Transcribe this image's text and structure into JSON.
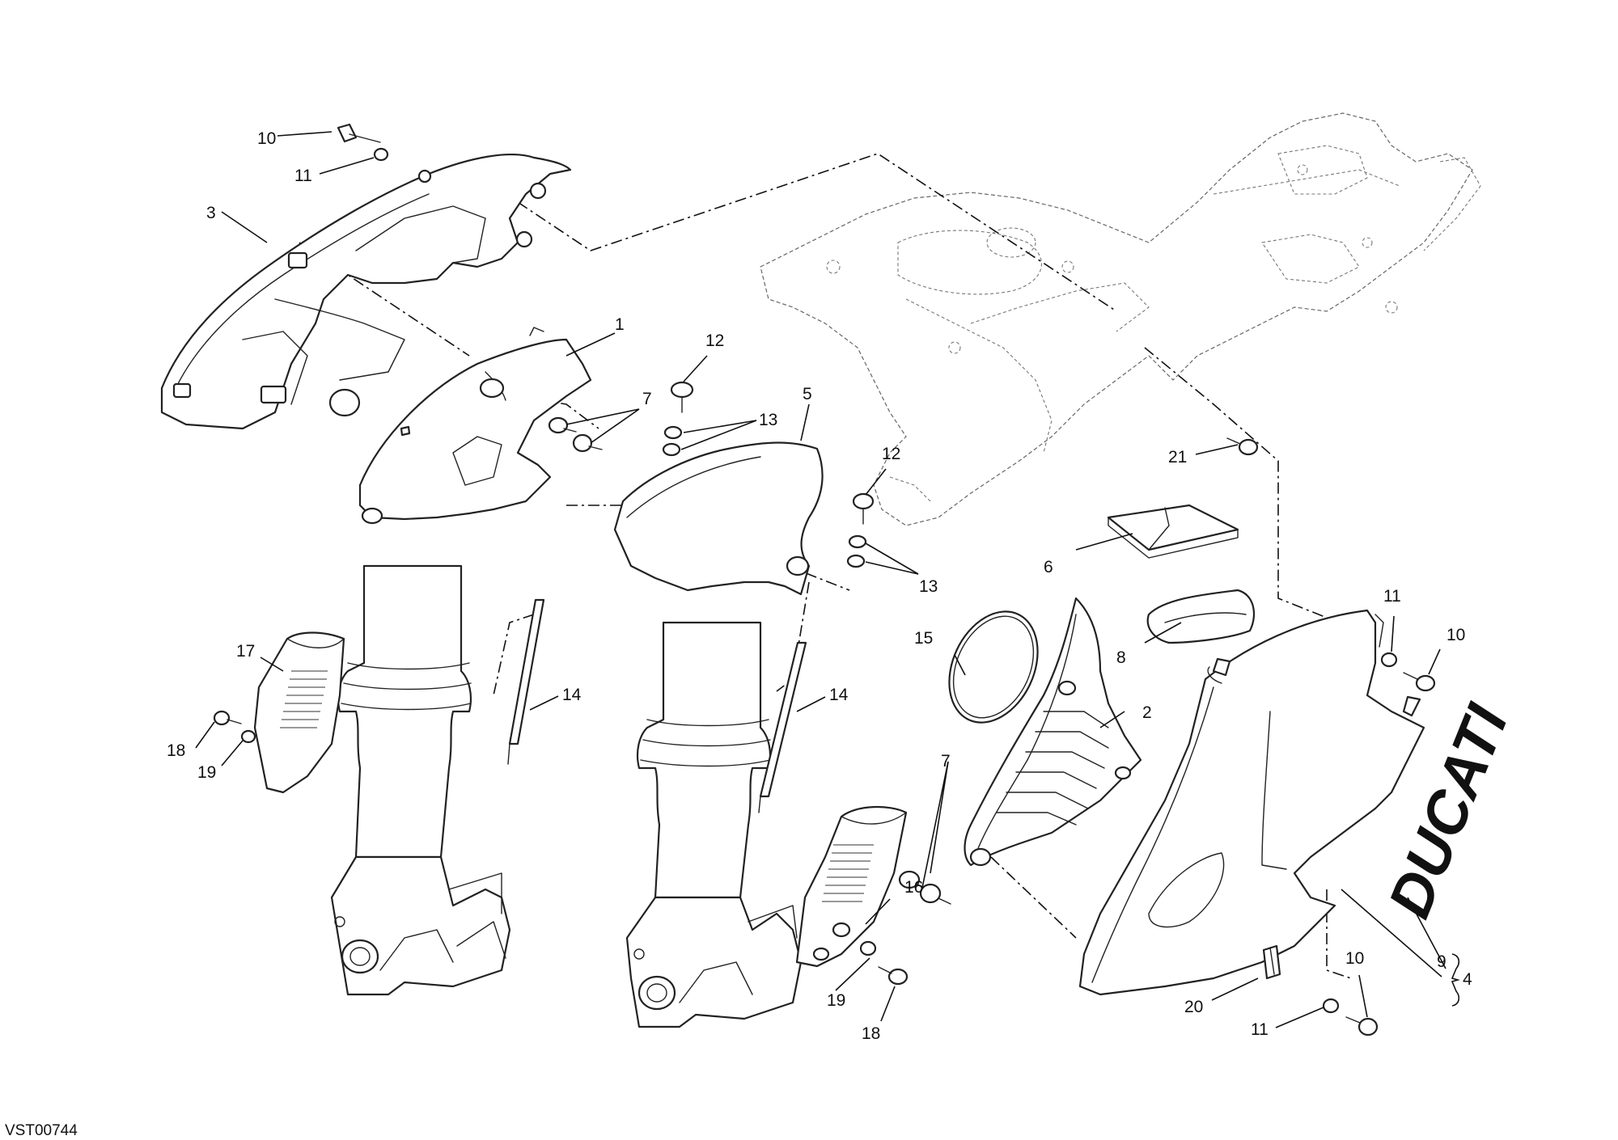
{
  "drawing_code": "VST00744",
  "brand_text": "DUCATI",
  "callouts": {
    "c1": "1",
    "c2": "2",
    "c3": "3",
    "c4": "4",
    "c5": "5",
    "c6": "6",
    "c7a": "7",
    "c7b": "7",
    "c8": "8",
    "c9": "9",
    "c10a": "10",
    "c10b": "10",
    "c10c": "10",
    "c11a": "11",
    "c11b": "11",
    "c11c": "11",
    "c12a": "12",
    "c12b": "12",
    "c13a": "13",
    "c13b": "13",
    "c14a": "14",
    "c14b": "14",
    "c15": "15",
    "c16": "16",
    "c17": "17",
    "c18a": "18",
    "c18b": "18",
    "c19a": "19",
    "c19b": "19",
    "c20": "20",
    "c21": "21"
  }
}
